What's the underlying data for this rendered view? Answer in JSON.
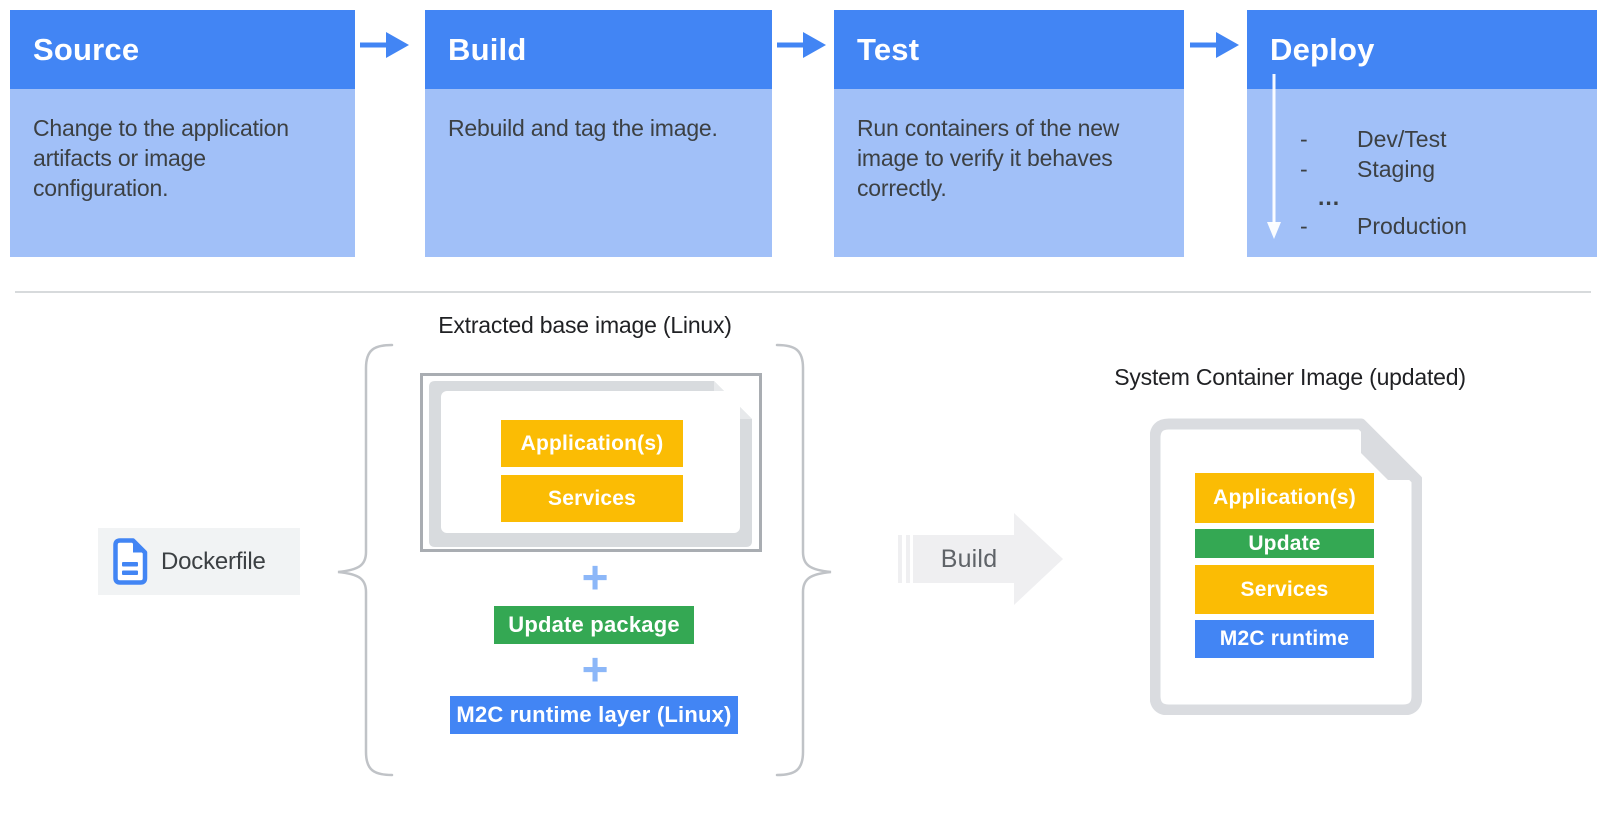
{
  "pipeline": {
    "stages": [
      {
        "title": "Source",
        "description": "Change to the application artifacts or image configuration."
      },
      {
        "title": "Build",
        "description": "Rebuild and tag the image."
      },
      {
        "title": "Test",
        "description": "Run containers of the new image to verify it behaves correctly."
      },
      {
        "title": "Deploy",
        "items": [
          {
            "bullet": "-",
            "label": "Dev/Test"
          },
          {
            "bullet": "-",
            "label": "Staging"
          },
          {
            "bullet": "",
            "label": "..."
          },
          {
            "bullet": "-",
            "label": "Production"
          }
        ]
      }
    ]
  },
  "extracted_base": {
    "title": "Extracted base image (Linux)",
    "image_layers": [
      "Application(s)",
      "Services"
    ],
    "plus_sign": "+",
    "addition_update": "Update package",
    "addition_runtime": "M2C runtime layer (Linux)"
  },
  "dockerfile": {
    "label": "Dockerfile"
  },
  "build_step": {
    "label": "Build"
  },
  "system_image": {
    "title": "System Container Image (updated)",
    "layers": [
      {
        "label": "Application(s)",
        "color": "#FBBC04"
      },
      {
        "label": "Update",
        "color": "#34A853"
      },
      {
        "label": "Services",
        "color": "#FBBC04"
      },
      {
        "label": "M2C runtime",
        "color": "#4285F4"
      }
    ]
  },
  "colors": {
    "stage_header_blue": "#4285F4",
    "stage_body_blue": "#A1C0F8",
    "flow_arrow_blue": "#4285F4",
    "yellow": "#FBBC04",
    "green": "#34A853",
    "blue": "#4285F4",
    "plus_blue": "#8CB7F8",
    "chip_gray": "#F1F3F4",
    "page_gray": "#DADCE0",
    "text_dark": "#3C4043"
  }
}
